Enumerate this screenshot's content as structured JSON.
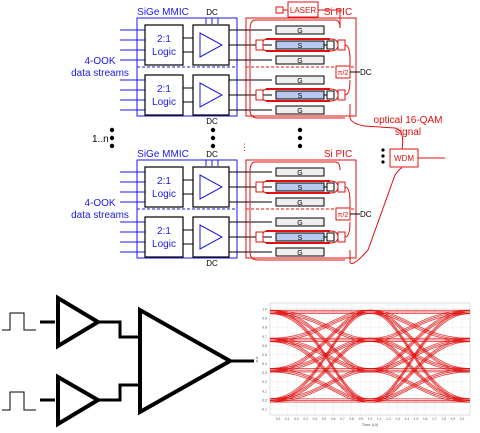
{
  "top": {
    "mmic_label": "SiGe MMIC",
    "pic_label": "Si PIC",
    "dc_label": "DC",
    "logic_lines": [
      "2:1",
      "Logic"
    ],
    "data_streams": [
      "4-OOK",
      "data streams"
    ],
    "laser_label": "LASER",
    "g_label": "G",
    "s_label": "S",
    "pi2_label": "π/2",
    "dc_out_label": "DC",
    "signal_label": [
      "optical 16-QAM",
      "signal"
    ],
    "wdm_label": "WDM",
    "repeat_label": "1..n"
  },
  "eye_axis": {
    "y_ticks": [
      "1.0",
      "0.9",
      "0.8",
      "0.7",
      "0.6",
      "0.5",
      "0.4",
      "0.3",
      "0.2",
      "0.1",
      "0.0",
      "-0.1"
    ],
    "x_ticks": [
      "0.0",
      "0.1",
      "0.2",
      "0.3",
      "0.4",
      "0.5",
      "0.6",
      "0.7",
      "0.8",
      "0.9",
      "1.0",
      "1.1",
      "1.2",
      "1.3",
      "1.4",
      "1.5",
      "1.6",
      "1.7",
      "1.8",
      "1.9",
      "2.0"
    ],
    "xlabel": "Time (UI)",
    "ylabel": "a.u.",
    "trace_color": "#e01010"
  },
  "colors": {
    "blue": "#1a1ae6",
    "red": "#e01010",
    "s_fill": "#b8c8f0",
    "g_fill": "#eeeeee"
  }
}
